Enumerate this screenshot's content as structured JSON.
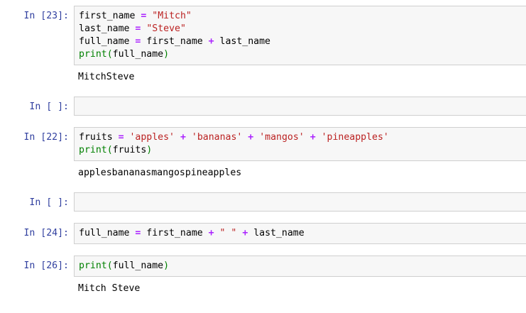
{
  "notebook": {
    "kind": "jupyter-notebook-cells",
    "colors": {
      "page_background": "#ffffff",
      "cell_background": "#f7f7f7",
      "cell_border": "#cfcfcf",
      "prompt_text": "#303f9f",
      "operator": "#aa22ff",
      "string": "#bb2222",
      "builtin": "#008000",
      "plain_text": "#000000"
    },
    "cells": [
      {
        "id": "cell-1",
        "prompt": "In [23]:",
        "code_lines": [
          [
            {
              "t": "first_name ",
              "c": "name"
            },
            {
              "t": "=",
              "c": "op"
            },
            {
              "t": " ",
              "c": "name"
            },
            {
              "t": "\"Mitch\"",
              "c": "str"
            }
          ],
          [
            {
              "t": "last_name ",
              "c": "name"
            },
            {
              "t": "=",
              "c": "op"
            },
            {
              "t": " ",
              "c": "name"
            },
            {
              "t": "\"Steve\"",
              "c": "str"
            }
          ],
          [
            {
              "t": "full_name ",
              "c": "name"
            },
            {
              "t": "=",
              "c": "op"
            },
            {
              "t": " first_name ",
              "c": "name"
            },
            {
              "t": "+",
              "c": "op"
            },
            {
              "t": " last_name",
              "c": "name"
            }
          ],
          [
            {
              "t": "print",
              "c": "builtin"
            },
            {
              "t": "(",
              "c": "punct"
            },
            {
              "t": "full_name",
              "c": "name"
            },
            {
              "t": ")",
              "c": "punct"
            }
          ]
        ],
        "code_plain": "first_name = \"Mitch\"\nlast_name = \"Steve\"\nfull_name = first_name + last_name\nprint(full_name)",
        "output": "MitchSteve"
      },
      {
        "id": "cell-2",
        "prompt": "In [ ]:",
        "code_lines": [],
        "code_plain": "",
        "output": null
      },
      {
        "id": "cell-3",
        "prompt": "In [22]:",
        "code_lines": [
          [
            {
              "t": "fruits ",
              "c": "name"
            },
            {
              "t": "=",
              "c": "op"
            },
            {
              "t": " ",
              "c": "name"
            },
            {
              "t": "'apples'",
              "c": "str"
            },
            {
              "t": " ",
              "c": "name"
            },
            {
              "t": "+",
              "c": "op"
            },
            {
              "t": " ",
              "c": "name"
            },
            {
              "t": "'bananas'",
              "c": "str"
            },
            {
              "t": " ",
              "c": "name"
            },
            {
              "t": "+",
              "c": "op"
            },
            {
              "t": " ",
              "c": "name"
            },
            {
              "t": "'mangos'",
              "c": "str"
            },
            {
              "t": " ",
              "c": "name"
            },
            {
              "t": "+",
              "c": "op"
            },
            {
              "t": " ",
              "c": "name"
            },
            {
              "t": "'pineapples'",
              "c": "str"
            }
          ],
          [
            {
              "t": "print",
              "c": "builtin"
            },
            {
              "t": "(",
              "c": "punct"
            },
            {
              "t": "fruits",
              "c": "name"
            },
            {
              "t": ")",
              "c": "punct"
            }
          ]
        ],
        "code_plain": "fruits = 'apples' + 'bananas' + 'mangos' + 'pineapples'\nprint(fruits)",
        "output": "applesbananasmangospineapples"
      },
      {
        "id": "cell-4",
        "prompt": "In [ ]:",
        "code_lines": [],
        "code_plain": "",
        "output": null
      },
      {
        "id": "cell-5",
        "prompt": "In [24]:",
        "code_lines": [
          [
            {
              "t": "full_name ",
              "c": "name"
            },
            {
              "t": "=",
              "c": "op"
            },
            {
              "t": " first_name ",
              "c": "name"
            },
            {
              "t": "+",
              "c": "op"
            },
            {
              "t": " ",
              "c": "name"
            },
            {
              "t": "\" \"",
              "c": "str"
            },
            {
              "t": " ",
              "c": "name"
            },
            {
              "t": "+",
              "c": "op"
            },
            {
              "t": " last_name",
              "c": "name"
            }
          ]
        ],
        "code_plain": "full_name = first_name + \" \" + last_name",
        "output": null
      },
      {
        "id": "cell-6",
        "prompt": "In [26]:",
        "code_lines": [
          [
            {
              "t": "print",
              "c": "builtin"
            },
            {
              "t": "(",
              "c": "punct"
            },
            {
              "t": "full_name",
              "c": "name"
            },
            {
              "t": ")",
              "c": "punct"
            }
          ]
        ],
        "code_plain": "print(full_name)",
        "output": "Mitch Steve"
      }
    ]
  }
}
